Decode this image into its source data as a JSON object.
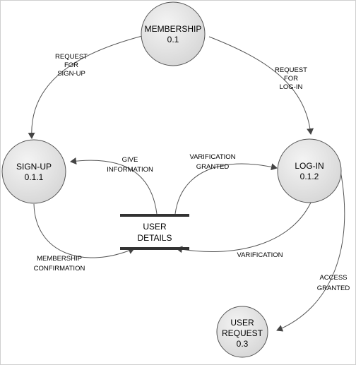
{
  "nodes": {
    "membership": {
      "line1": "MEMBERSHIP",
      "line2": "0.1"
    },
    "signup": {
      "line1": "SIGN-UP",
      "line2": "0.1.1"
    },
    "login": {
      "line1": "LOG-IN",
      "line2": "0.1.2"
    },
    "user_request": {
      "line1": "USER",
      "line2": "REQUEST",
      "line3": "0.3"
    }
  },
  "store": {
    "line1": "USER",
    "line2": "DETAILS"
  },
  "edges": {
    "request_signup": {
      "line1": "REQUEST",
      "line2": "FOR",
      "line3": "SIGN-UP"
    },
    "request_login": {
      "line1": "REQUEST",
      "line2": "FOR",
      "line3": "LOG-IN"
    },
    "give_info": {
      "line1": "GIVE",
      "line2": "INFORMATION"
    },
    "varification_granted": {
      "line1": "VARIFICATION",
      "line2": "GRANTED"
    },
    "membership_confirmation": {
      "line1": "MEMBERSHIP",
      "line2": "CONFIRMATION"
    },
    "varification": {
      "line1": "VARIFICATION"
    },
    "access_granted": {
      "line1": "ACCESS",
      "line2": "GRANTED"
    }
  },
  "colors": {
    "node_fill_light": "#f4f4f4",
    "node_fill_dark": "#d6d6d6",
    "stroke": "#555555",
    "store_bar": "#333333"
  }
}
